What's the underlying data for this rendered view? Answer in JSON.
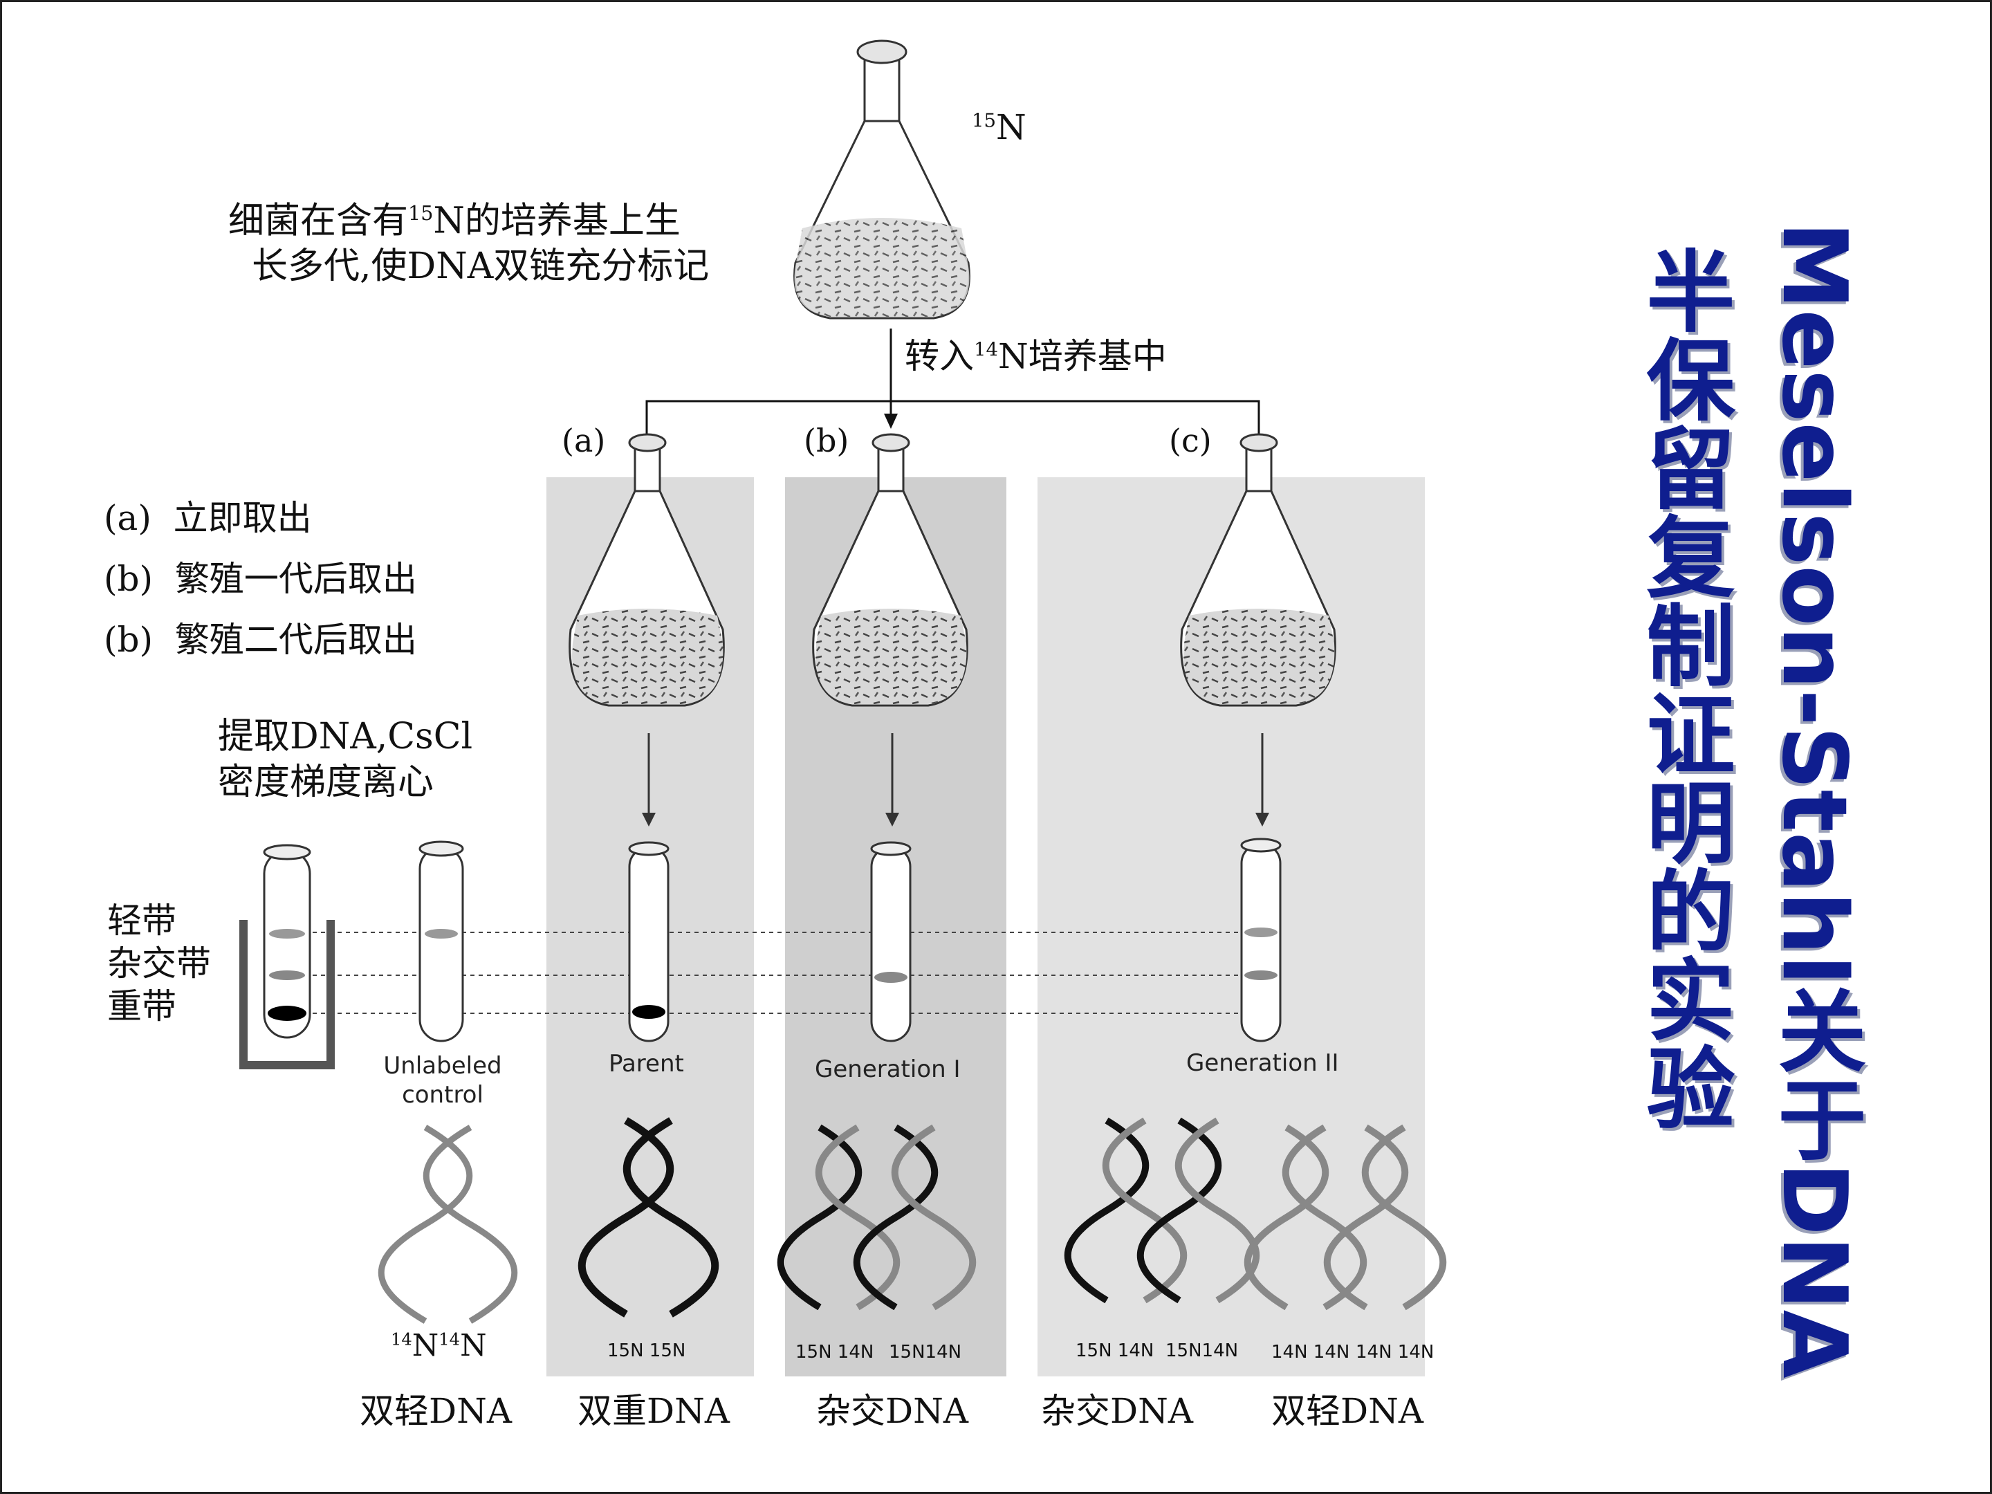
{
  "flask_top_label": "N",
  "flask_top_label_sup": "15",
  "intro": {
    "line1_pre": "细菌在含有",
    "line1_sup": "15",
    "line1_post": "N的培养基上生",
    "line2": "长多代,使DNA双链充分标记"
  },
  "transfer": {
    "pre": "转入",
    "sup": "14",
    "post": "N培养基中"
  },
  "flask_labels": [
    "(a)",
    "(b)",
    "(c)"
  ],
  "legend": [
    {
      "key": "(a)",
      "text": "立即取出"
    },
    {
      "key": "(b)",
      "text": "繁殖一代后取出"
    },
    {
      "key": "(b)",
      "text": "繁殖二代后取出"
    }
  ],
  "extract": {
    "line1": "提取DNA,CsCl",
    "line2": "密度梯度离心"
  },
  "bands": {
    "light": "轻带",
    "hybrid": "杂交带",
    "heavy": "重带"
  },
  "tube_captions": {
    "unlabeled_line1": "Unlabeled",
    "unlabeled_line2": "control",
    "parent": "Parent",
    "gen1": "Generation I",
    "gen2": "Generation II"
  },
  "helix_labels": {
    "control": {
      "a_sup": "14",
      "a": "N",
      "b_sup": "14",
      "b": "N"
    },
    "parent": "15N 15N",
    "gen1_a": "15N 14N",
    "gen1_b": "15N14N",
    "gen2_a": "15N 14N",
    "gen2_b": "15N14N",
    "gen2_c": "14N 14N",
    "gen2_d": "14N 14N"
  },
  "bottom_labels": [
    "双轻DNA",
    "双重DNA",
    "杂交DNA",
    "杂交DNA",
    "双轻DNA"
  ],
  "title": {
    "col1": "Meselson-Stahl关于DNA",
    "col2": "半保留复制证明的实验"
  },
  "colors": {
    "title": "#0f1e8f",
    "panel": "#d6d6d6"
  }
}
